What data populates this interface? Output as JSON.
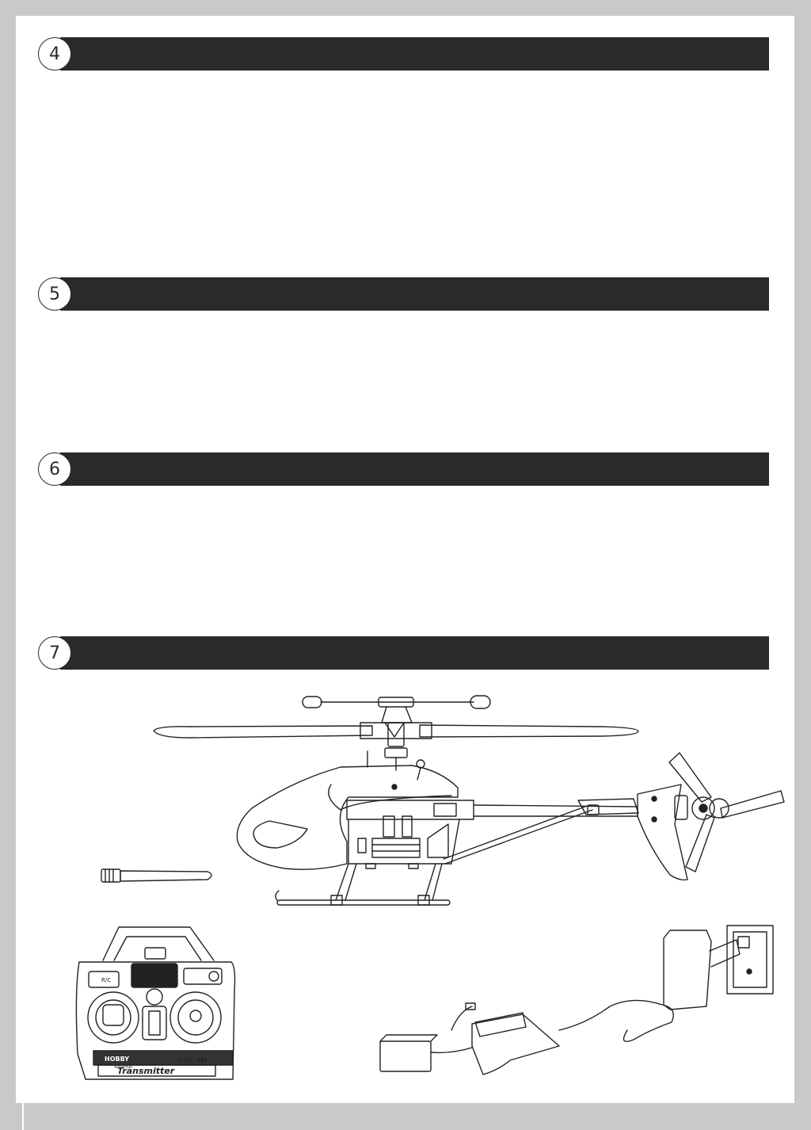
{
  "sections": [
    {
      "number": "4"
    },
    {
      "number": "5"
    },
    {
      "number": "6"
    },
    {
      "number": "7"
    }
  ],
  "transmitter": {
    "brand_label": "HOBBY",
    "name_label": "Transmitter",
    "subtitle_label": "4channel",
    "band_label": "2.4G",
    "band_unit": "Hz",
    "rc_label": "R/C"
  },
  "colors": {
    "bar": "#2b2929",
    "page": "#ffffff",
    "frame": "#c9c9c9"
  }
}
